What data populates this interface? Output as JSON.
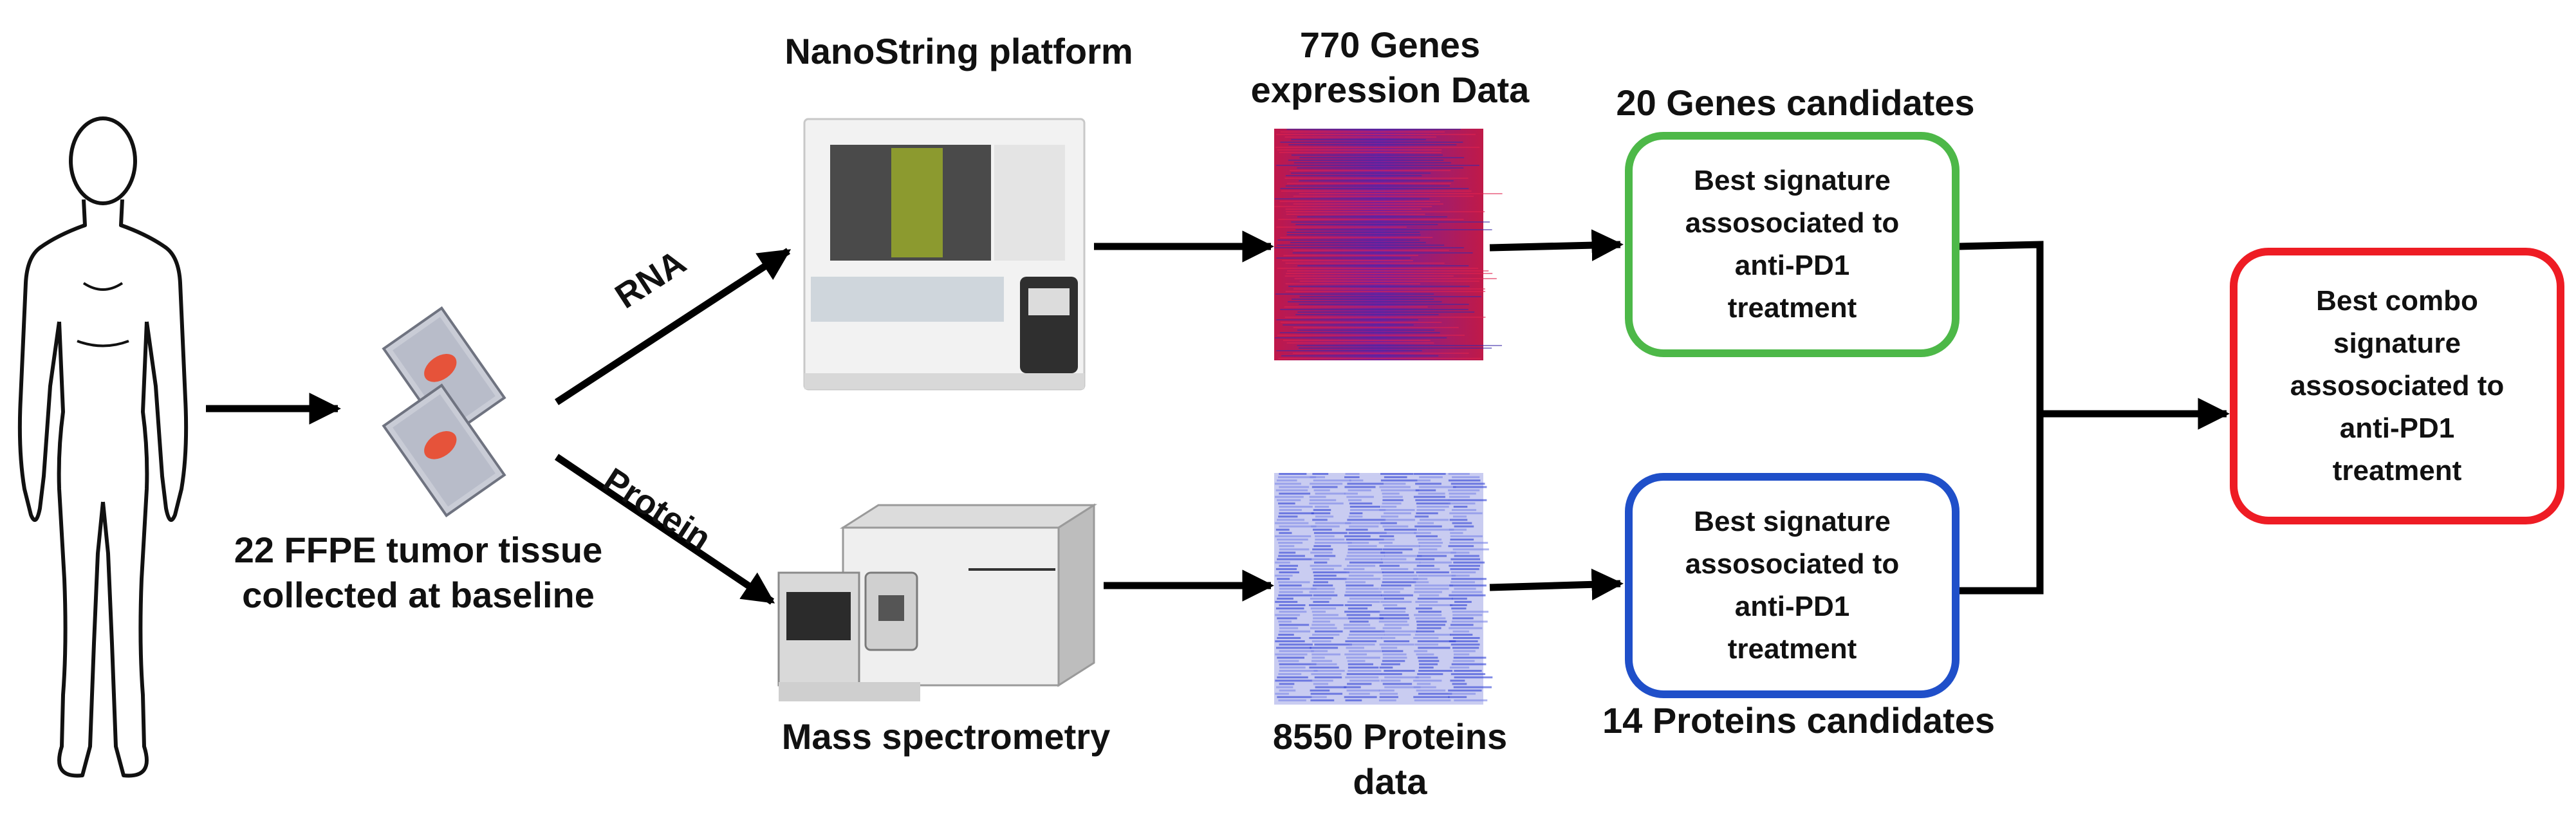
{
  "colors": {
    "green": "#4db848",
    "blue": "#1f4fc9",
    "red": "#ee1c24",
    "arrow": "#000000"
  },
  "icons": {
    "person": "human-silhouette-icon",
    "slides": "tissue-slides-icon",
    "nanostring": "nanostring-instrument-icon",
    "massspec": "mass-spectrometer-icon"
  },
  "labels": {
    "tissue": "22 FFPE tumor tissue\ncollected at baseline",
    "rna": "RNA",
    "protein": "Protein",
    "nanostring": "NanoString platform",
    "massspec": "Mass spectrometry",
    "genes_data": "770 Genes\nexpression Data",
    "proteins_data": "8550 Proteins\ndata",
    "genes_candidates": "20 Genes candidates",
    "proteins_candidates": "14 Proteins candidates"
  },
  "boxes": {
    "genes": "Best signature\nassosociated to\nanti-PD1\ntreatment",
    "proteins": "Best signature\nassosociated to\nanti-PD1\ntreatment",
    "combo": "Best combo\nsignature\nassosociated to\nanti-PD1\ntreatment"
  }
}
